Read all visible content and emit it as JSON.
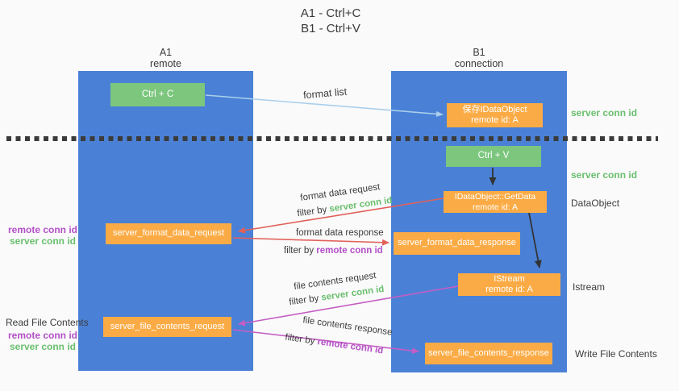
{
  "title": {
    "line1": "A1 - Ctrl+C",
    "line2": "B1 - Ctrl+V"
  },
  "lanes": {
    "left": {
      "name": "A1",
      "role": "remote"
    },
    "right": {
      "name": "B1",
      "role": "connection"
    }
  },
  "nodes": {
    "ctrl_c": "Ctrl + C",
    "ctrl_v": "Ctrl + V",
    "save_idataobject": {
      "line1": "保存IDataObject",
      "line2": "remote id: A"
    },
    "getdata": {
      "line1": "IDataObject::GetData",
      "line2": "remote id: A"
    },
    "istream": {
      "line1": "IStream",
      "line2": "remote id: A"
    },
    "format_request": "server_format_data_request",
    "format_response": "server_format_data_response",
    "file_request": "server_file_contents_request",
    "file_response": "server_file_contents_response"
  },
  "arrow_labels": {
    "format_list": "format list",
    "format_data_request": "format data request",
    "format_data_response": "format data response",
    "file_contents_request": "file contents request",
    "file_contents_response": "file contents response",
    "filter_by": "filter by",
    "server_conn_id": "server conn id",
    "remote_conn_id": "remote conn id"
  },
  "side_labels": {
    "server_conn_id_top": "server conn id",
    "server_conn_id_mid": "server conn id",
    "dataobject": "DataObject",
    "istream": "Istream",
    "write_file_contents": "Write File Contents",
    "read_file_contents": "Read File Contents",
    "remote_conn_id": "remote conn id",
    "server_conn_id": "server conn id"
  },
  "colors": {
    "lane_blue": "#4a81d6",
    "node_green": "#7cc67e",
    "node_orange": "#fbab45",
    "arrow_lightblue": "#aacfec",
    "arrow_red": "#e2605a",
    "arrow_purple": "#c45ec4",
    "arrow_black": "#333333",
    "text_green": "#6abf6e",
    "text_purple": "#b44fc8",
    "background": "#fafafa"
  }
}
